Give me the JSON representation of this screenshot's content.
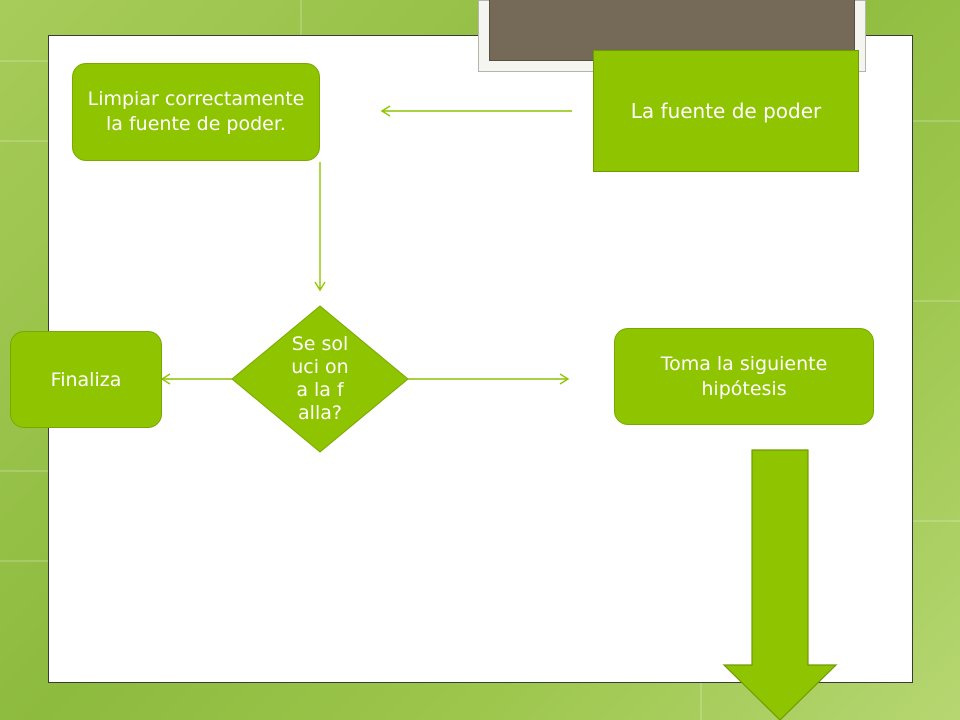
{
  "diagram": {
    "nodes": {
      "power_source": "La fuente de poder",
      "clean": "Limpiar correctamente la fuente de poder.",
      "decision": "Se soluci ona la falla?",
      "end": "Finaliza",
      "next": "Toma la siguiente hipótesis"
    },
    "colors": {
      "node_fill": "#8ec400",
      "connector": "#8ec400",
      "background_green": "#9cc64c",
      "photo": "#756a58"
    }
  }
}
